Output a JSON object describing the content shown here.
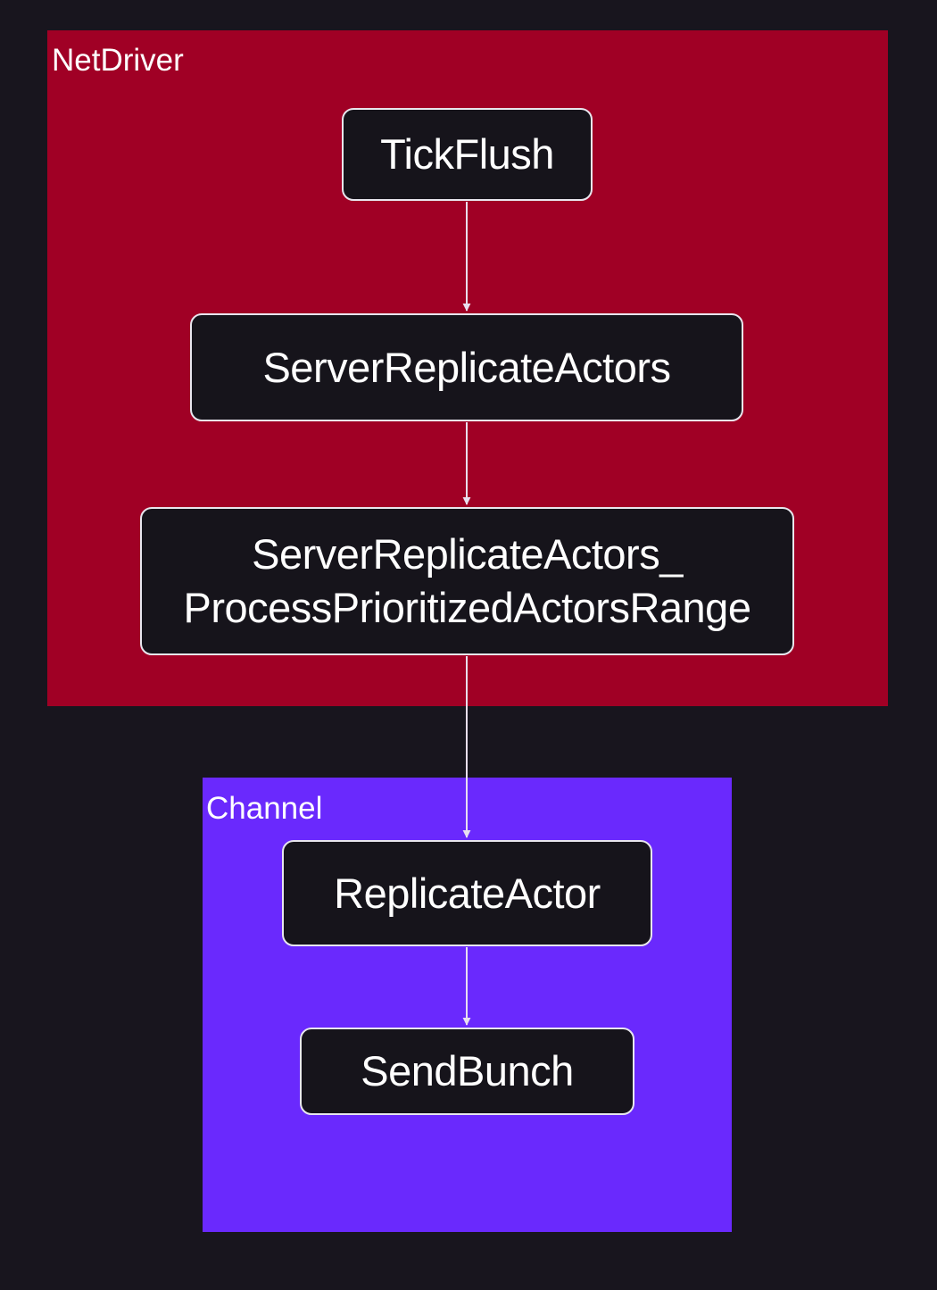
{
  "colors": {
    "background": "#18151e",
    "netdriver_fill": "#a00025",
    "channel_fill": "#6a29fd",
    "node_fill": "#16141b",
    "node_border": "#e8e6ee",
    "edge": "#e8dff0",
    "text": "#ffffff"
  },
  "groups": {
    "netdriver": {
      "label": "NetDriver"
    },
    "channel": {
      "label": "Channel"
    }
  },
  "nodes": {
    "tickflush": {
      "label": "TickFlush"
    },
    "server_replicate_actors": {
      "label": "ServerReplicateActors"
    },
    "server_replicate_actors_process": {
      "line1": "ServerReplicateActors_",
      "line2": "ProcessPrioritizedActorsRange"
    },
    "replicate_actor": {
      "label": "ReplicateActor"
    },
    "send_bunch": {
      "label": "SendBunch"
    }
  },
  "edges": [
    {
      "from": "TickFlush",
      "to": "ServerReplicateActors"
    },
    {
      "from": "ServerReplicateActors",
      "to": "ServerReplicateActors_ProcessPrioritizedActorsRange"
    },
    {
      "from": "ServerReplicateActors_ProcessPrioritizedActorsRange",
      "to": "ReplicateActor"
    },
    {
      "from": "ReplicateActor",
      "to": "SendBunch"
    }
  ]
}
